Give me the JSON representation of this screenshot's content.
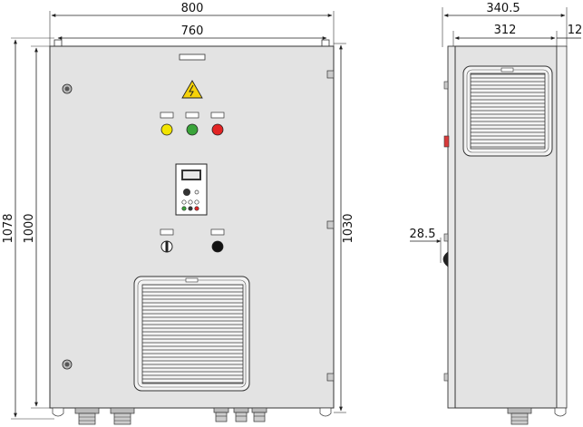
{
  "dimensions": {
    "front_width_outer": "800",
    "front_width_inner": "760",
    "front_height_total": "1078",
    "front_height_body": "1000",
    "front_height_mount": "1030",
    "side_depth_total": "340.5",
    "side_depth_body": "312",
    "side_depth_extra": "12",
    "side_handle_offset": "28.5"
  },
  "colors": {
    "indicator_yellow": "#f2e400",
    "indicator_green": "#3aa43a",
    "indicator_red": "#e32424",
    "side_red_tab": "#d93b3b",
    "warning_yellow": "#f6d20a",
    "body_gray": "#e3e3e3"
  },
  "icons": [
    "warning-icon",
    "screw-icon",
    "vent-grille",
    "cable-gland",
    "keypad-display"
  ]
}
